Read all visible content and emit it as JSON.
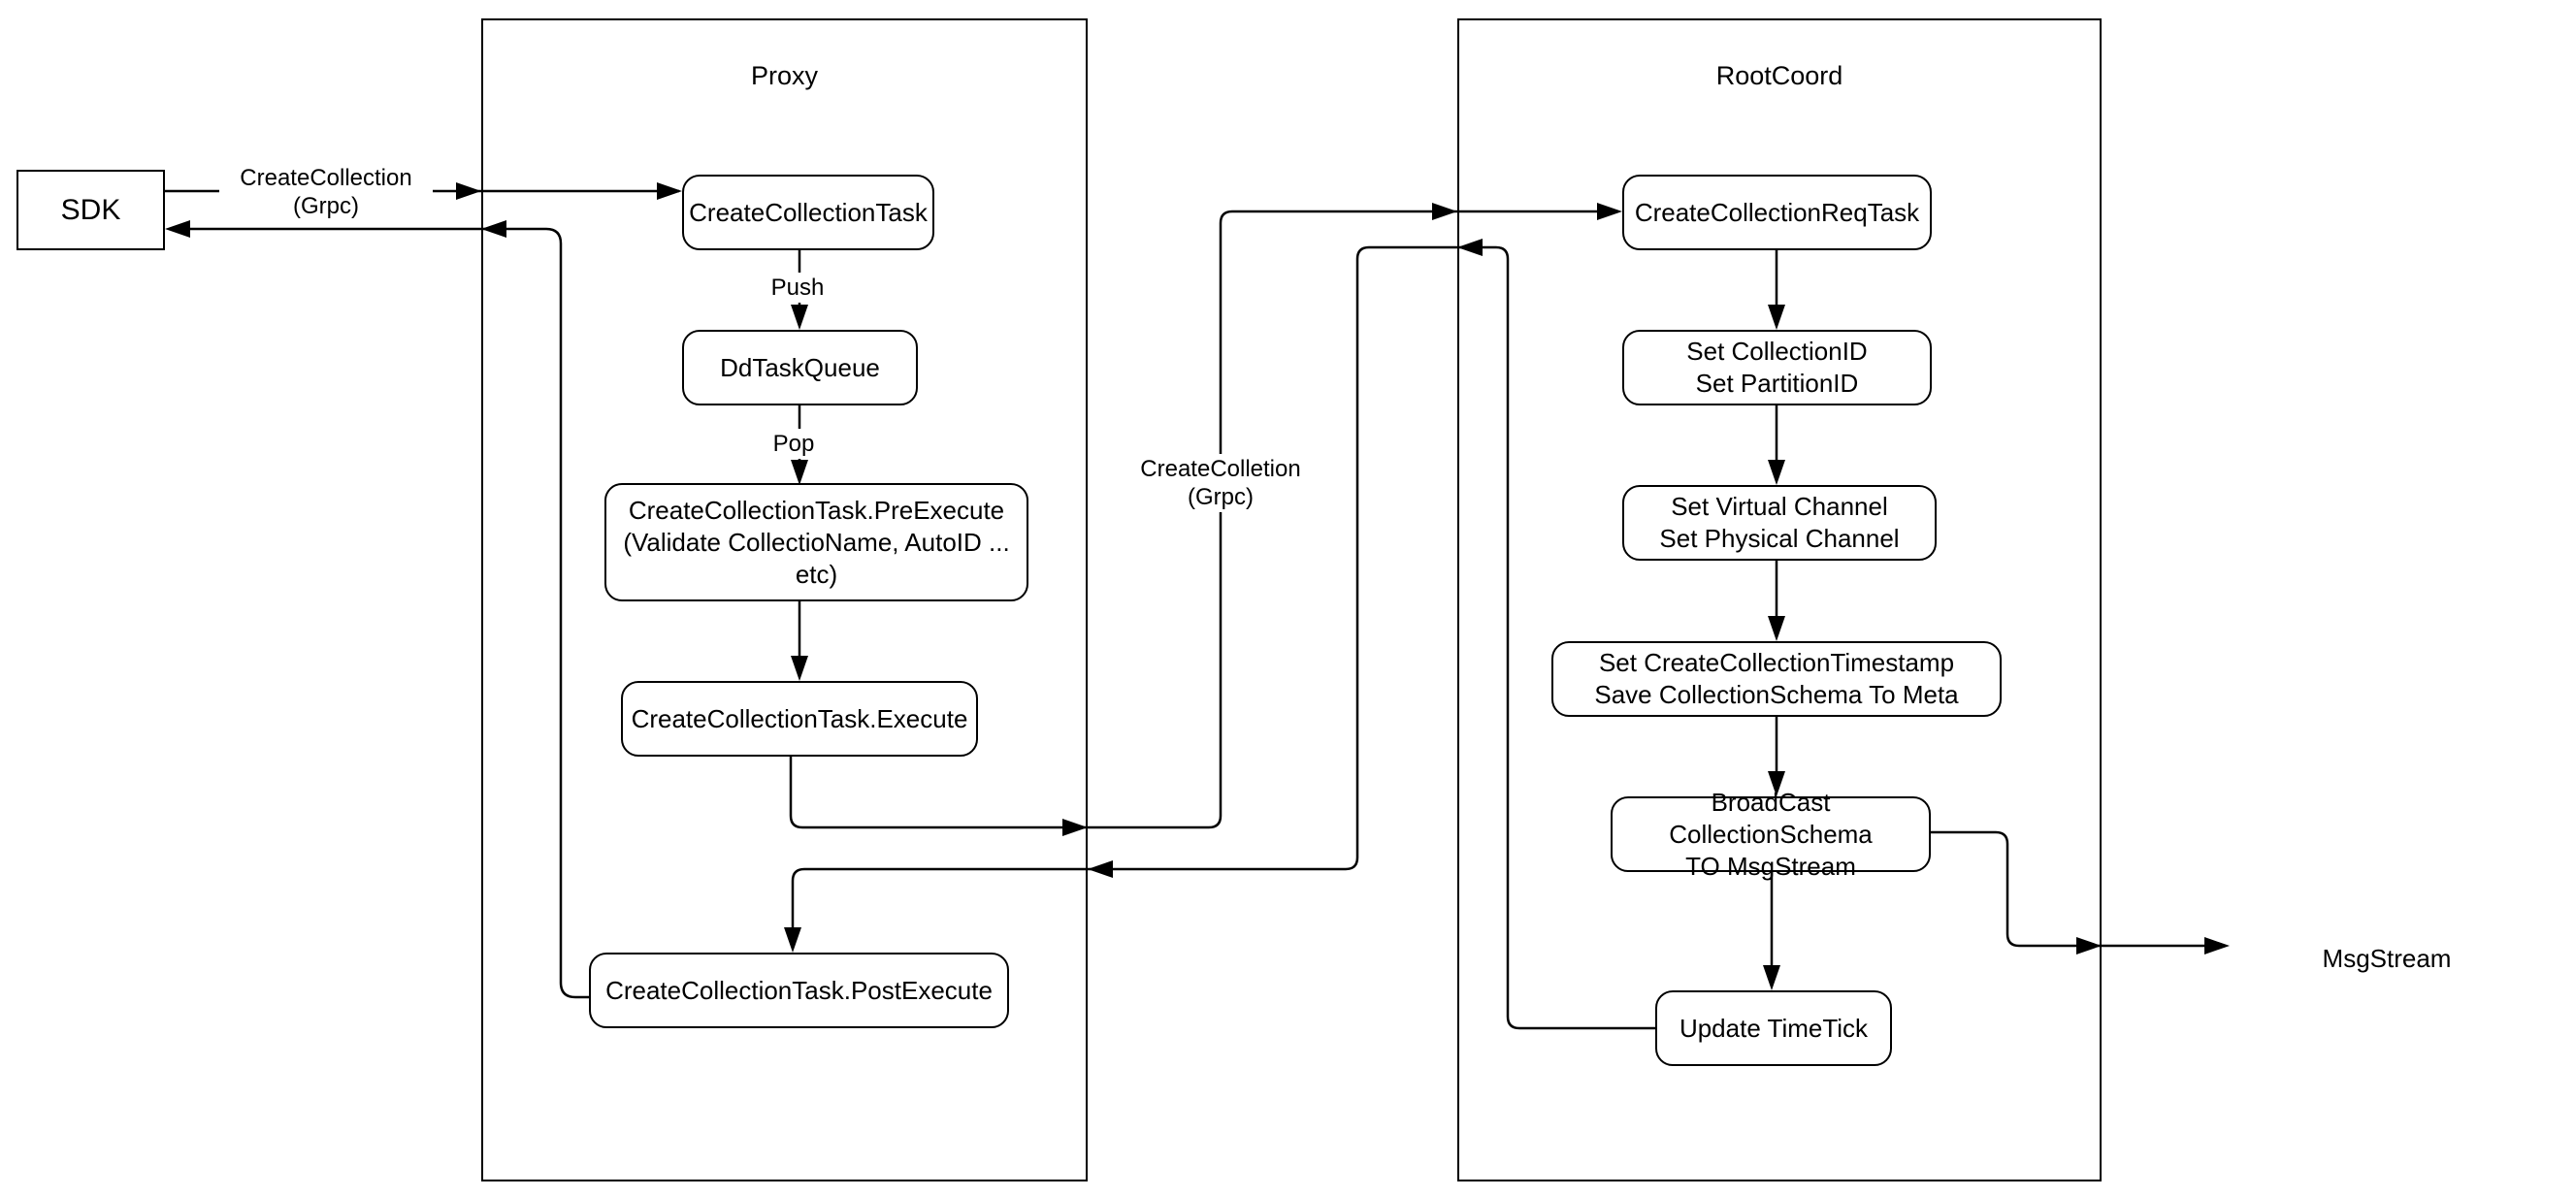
{
  "page": {
    "background": "#ffffff"
  },
  "diagram": {
    "colors": {
      "stroke": "#000000",
      "node_fill": "#ffffff",
      "text": "#000000"
    },
    "containers": {
      "proxy": {
        "title": "Proxy"
      },
      "rootcoord": {
        "title": "RootCoord"
      }
    },
    "nodes": {
      "sdk": {
        "label": "SDK"
      },
      "create_collection_task": {
        "label": "CreateCollectionTask"
      },
      "dd_task_queue": {
        "label": "DdTaskQueue"
      },
      "pre_execute": {
        "label": "CreateCollectionTask.PreExecute\n(Validate CollectioName, AutoID ... etc)"
      },
      "execute": {
        "label": "CreateCollectionTask.Execute"
      },
      "post_execute": {
        "label": "CreateCollectionTask.PostExecute"
      },
      "req_task": {
        "label": "CreateCollectionReqTask"
      },
      "set_ids": {
        "label": "Set CollectionID\nSet PartitionID"
      },
      "set_channels": {
        "label": "Set Virtual Channel\nSet Physical Channel"
      },
      "set_timestamp": {
        "label": "Set CreateCollectionTimestamp\nSave CollectionSchema To Meta"
      },
      "broadcast": {
        "label": "BroadCast CollectionSchema\nTO MsgStream"
      },
      "update_time_tick": {
        "label": "Update TimeTick"
      },
      "msg_stream": {
        "label": "MsgStream"
      }
    },
    "edge_labels": {
      "sdk_to_proxy": "CreateCollection\n(Grpc)",
      "proxy_to_rootcoord": "CreateColletion\n(Grpc)",
      "push": "Push",
      "pop": "Pop"
    }
  }
}
